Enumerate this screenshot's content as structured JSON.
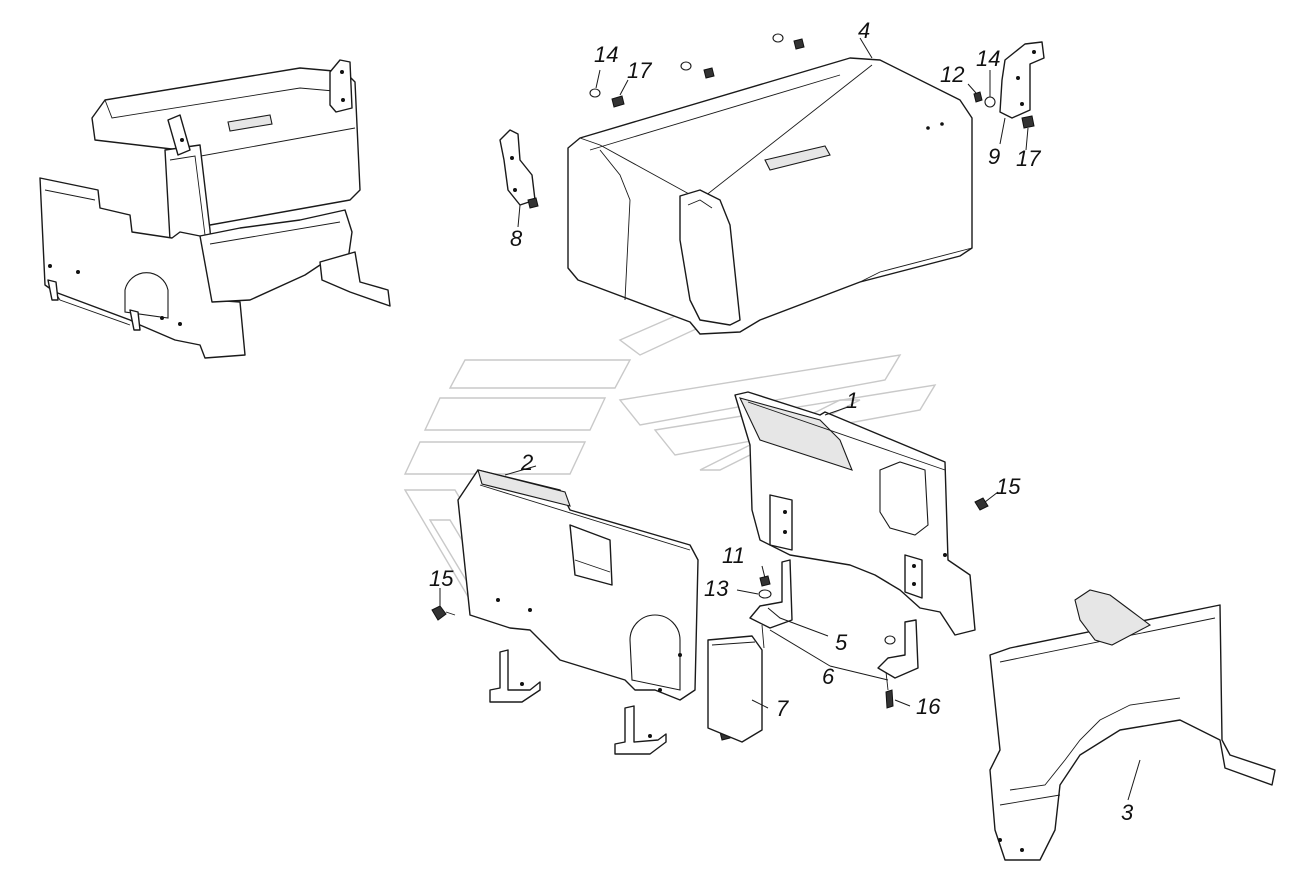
{
  "callouts": [
    {
      "id": "c1",
      "text": "1"
    },
    {
      "id": "c2",
      "text": "2"
    },
    {
      "id": "c3",
      "text": "3"
    },
    {
      "id": "c4",
      "text": "4"
    },
    {
      "id": "c5",
      "text": "5"
    },
    {
      "id": "c6",
      "text": "6"
    },
    {
      "id": "c7",
      "text": "7"
    },
    {
      "id": "c8",
      "text": "8"
    },
    {
      "id": "c9",
      "text": "9"
    },
    {
      "id": "c11",
      "text": "11"
    },
    {
      "id": "c12",
      "text": "12"
    },
    {
      "id": "c13",
      "text": "13"
    },
    {
      "id": "c14a",
      "text": "14"
    },
    {
      "id": "c14b",
      "text": "14"
    },
    {
      "id": "c15a",
      "text": "15"
    },
    {
      "id": "c15b",
      "text": "15"
    },
    {
      "id": "c16",
      "text": "16"
    },
    {
      "id": "c17a",
      "text": "17"
    },
    {
      "id": "c17b",
      "text": "17"
    }
  ]
}
